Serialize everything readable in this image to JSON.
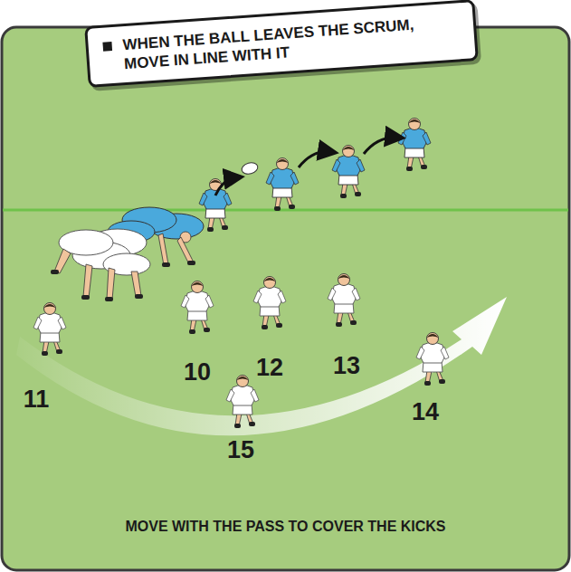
{
  "diagram": {
    "caption": "MOVE WITH THE PASS TO COVER THE KICKS",
    "nodes": [
      {
        "text": [
          "WHEN THE BALL LEAVES THE SCRUM, MOVE IN LINE WITH IT"
        ]
      }
    ],
    "labels": [
      "10",
      "12",
      "13",
      "11",
      "14",
      "15"
    ]
  }
}
